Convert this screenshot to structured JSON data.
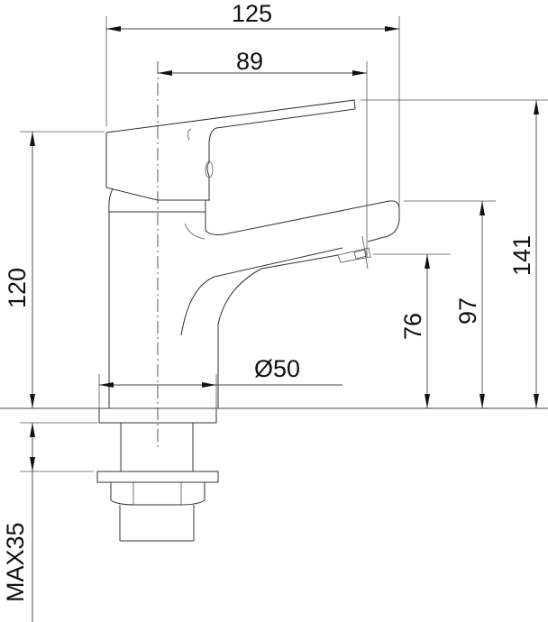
{
  "drawing": {
    "subject": "basin mixer tap side elevation",
    "units": "mm",
    "dimensions": {
      "overall_depth": "125",
      "spout_reach": "89",
      "base_diameter": "Ø50",
      "body_height": "120",
      "spout_outlet_height": "76",
      "spout_top_height": "97",
      "overall_height": "141",
      "max_deck_thickness": "MAX35"
    }
  }
}
